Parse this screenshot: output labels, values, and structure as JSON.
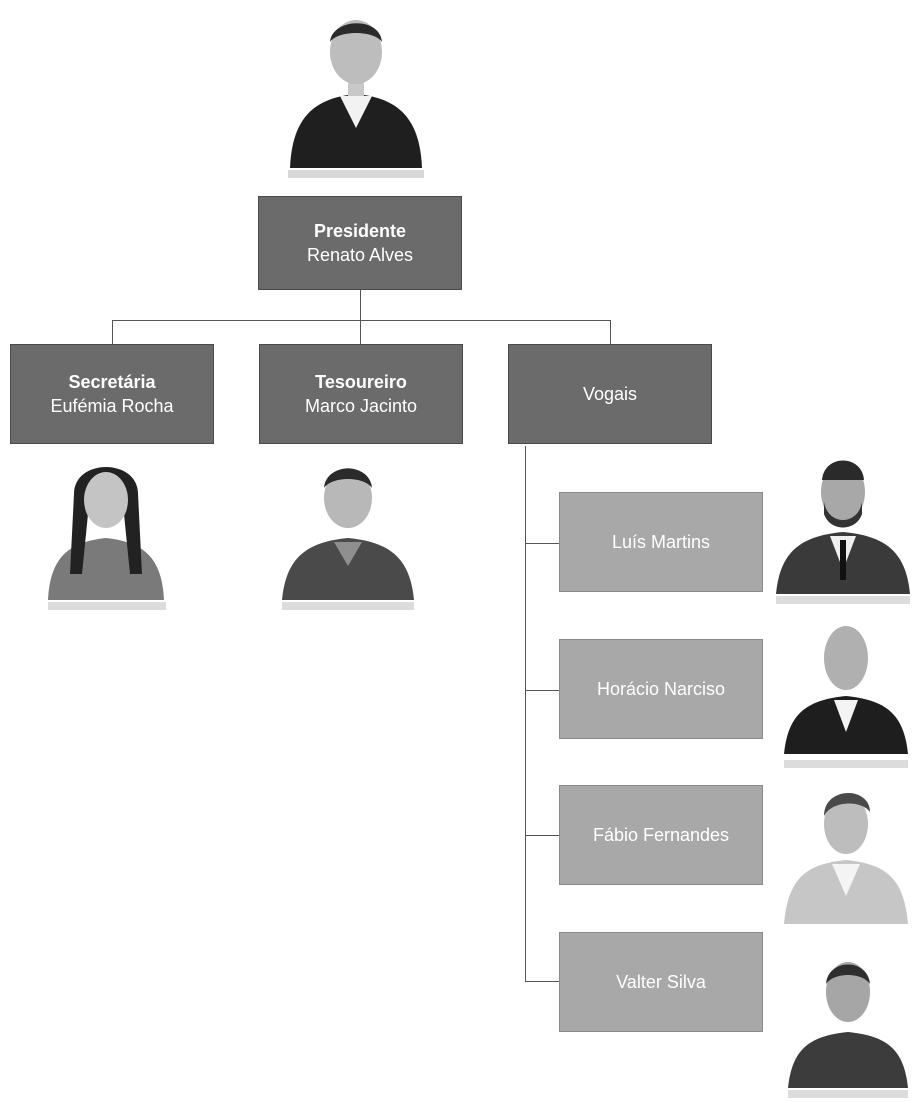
{
  "president": {
    "role": "Presidente",
    "name": "Renato Alves"
  },
  "secretary": {
    "role": "Secretária",
    "name": "Eufémia Rocha"
  },
  "treasurer": {
    "role": "Tesoureiro",
    "name": "Marco Jacinto"
  },
  "vogais": {
    "label": "Vogais",
    "members": [
      "Luís Martins",
      "Horácio Narciso",
      "Fábio Fernandes",
      "Valter Silva"
    ]
  },
  "colors": {
    "dark_box": "#6b6b6b",
    "light_box": "#a8a8a8",
    "line": "#555555"
  },
  "icons": [
    "person-photo-icon"
  ]
}
